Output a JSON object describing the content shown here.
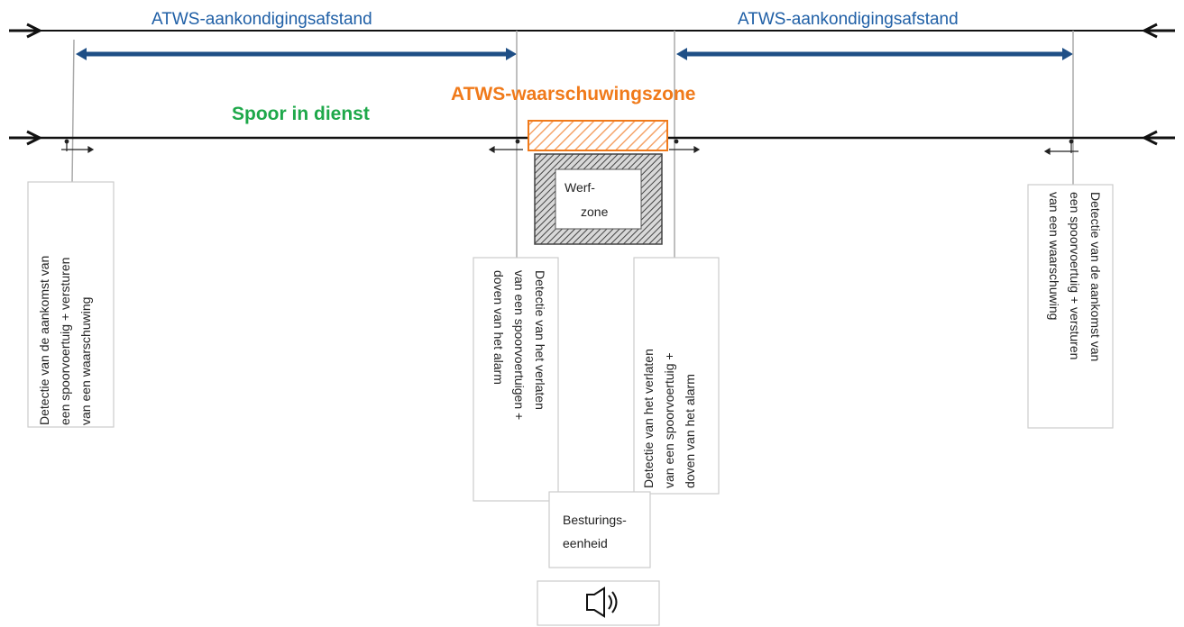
{
  "labels": {
    "announce_left": "ATWS-aankondigingsafstand",
    "announce_right": "ATWS-aankondigingsafstand",
    "track_in_service": "Spoor in dienst",
    "warning_zone": "ATWS-waarschuwingszone",
    "work_zone_line1": "Werf-",
    "work_zone_line2": "zone",
    "control_unit_line1": "Besturings-",
    "control_unit_line2": "eenheid"
  },
  "boxes": {
    "left_detect": [
      "Detectie van de aankomst van",
      "een spoorvoertuig + versturen",
      "van een waarschuwing"
    ],
    "mid_left_detect": [
      "Detectie van het verlaten",
      "van een spoorvoertuigen +",
      "doven van het alarm"
    ],
    "mid_right_detect": [
      "Detectie van het verlaten",
      "van een spoorvoertuig +",
      "doven van het alarm"
    ],
    "right_detect": [
      "Detectie van de aankomst van",
      "een spoorvoertuig + versturen",
      "van een waarschuwing"
    ]
  },
  "icons": {
    "alarm": "speaker-icon"
  },
  "colors": {
    "blue_arrow": "#1f4f86",
    "blue_text": "#1f5fa6",
    "green": "#1ea84a",
    "orange": "#f07a1a"
  }
}
